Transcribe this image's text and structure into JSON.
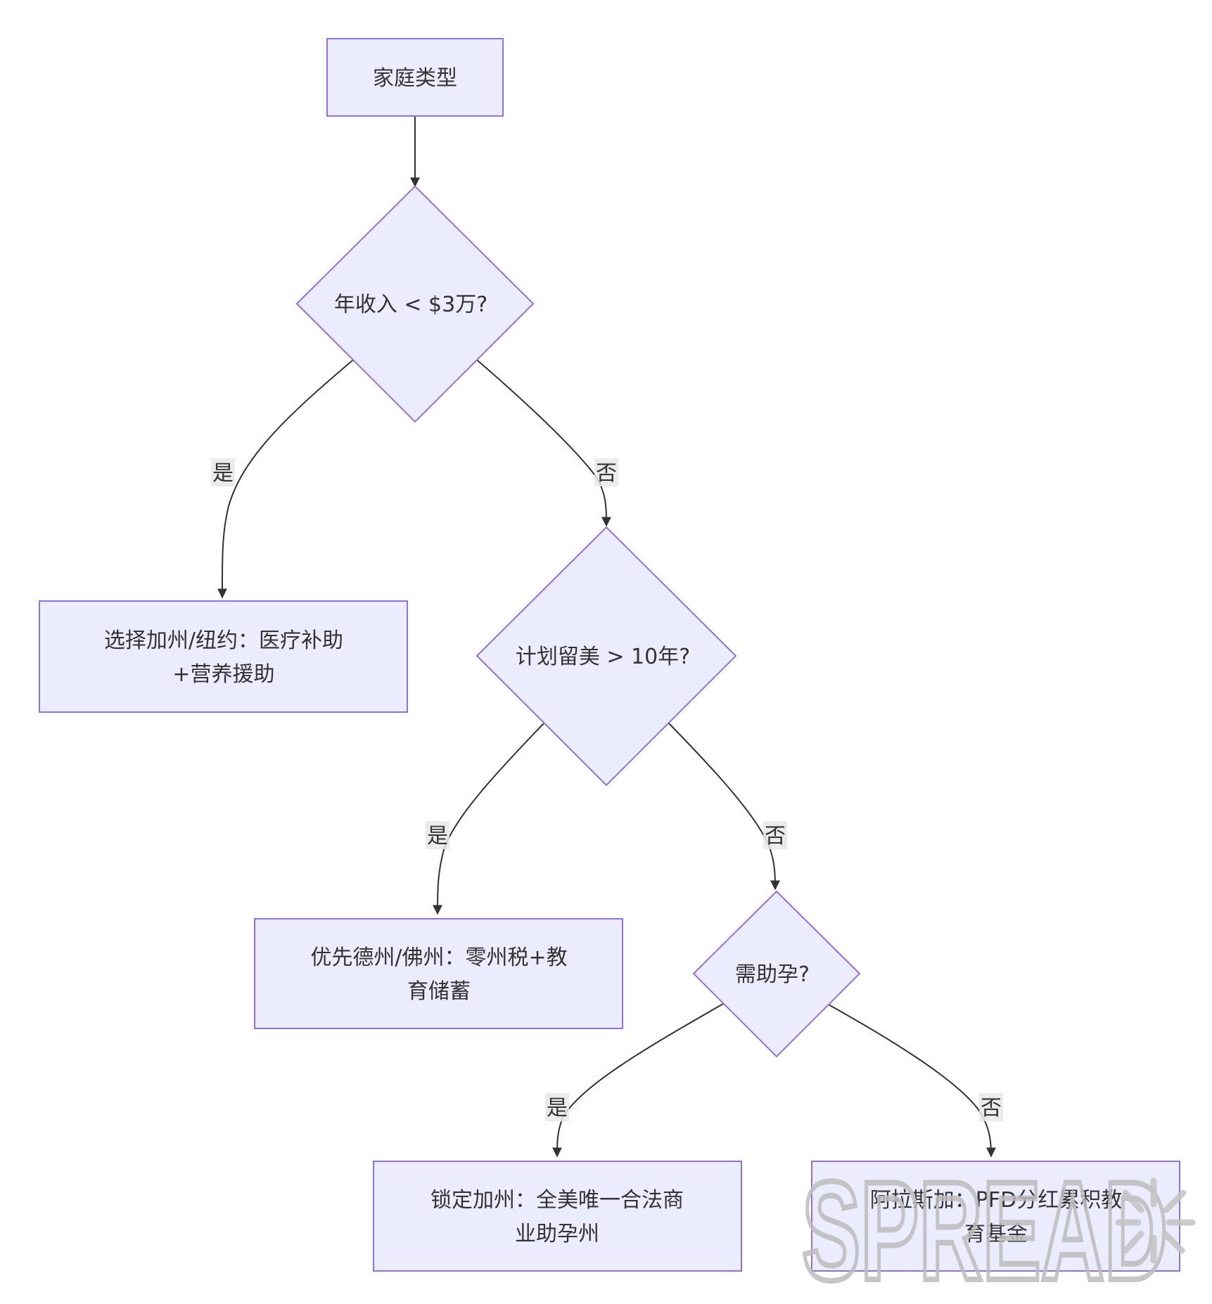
{
  "nodes": {
    "start": {
      "label": "家庭类型"
    },
    "income_check": {
      "label": "年收入 < $3万?"
    },
    "choose_ca_ny": {
      "lines": [
        "选择加州/纽约：医疗补助",
        "+营养援助"
      ]
    },
    "stay_check": {
      "label": "计划留美 > 10年?"
    },
    "prefer_tx_fl": {
      "lines": [
        "优先德州/佛州：零州税+教",
        "育储蓄"
      ]
    },
    "ivf_check": {
      "label": "需助孕?"
    },
    "lock_ca": {
      "lines": [
        "锁定加州：全美唯一合法商",
        "业助孕州"
      ]
    },
    "alaska": {
      "lines": [
        "阿拉斯加：PFD分红累积教",
        "育基金"
      ]
    }
  },
  "edges": {
    "income_yes": "是",
    "income_no": "否",
    "stay_yes": "是",
    "stay_no": "否",
    "ivf_yes": "是",
    "ivf_no": "否"
  },
  "colors": {
    "node_fill": "#ECECFF",
    "node_stroke": "#9370DB",
    "edge": "#333333",
    "text": "#333333"
  },
  "watermark": {
    "text": "SPREAD"
  }
}
